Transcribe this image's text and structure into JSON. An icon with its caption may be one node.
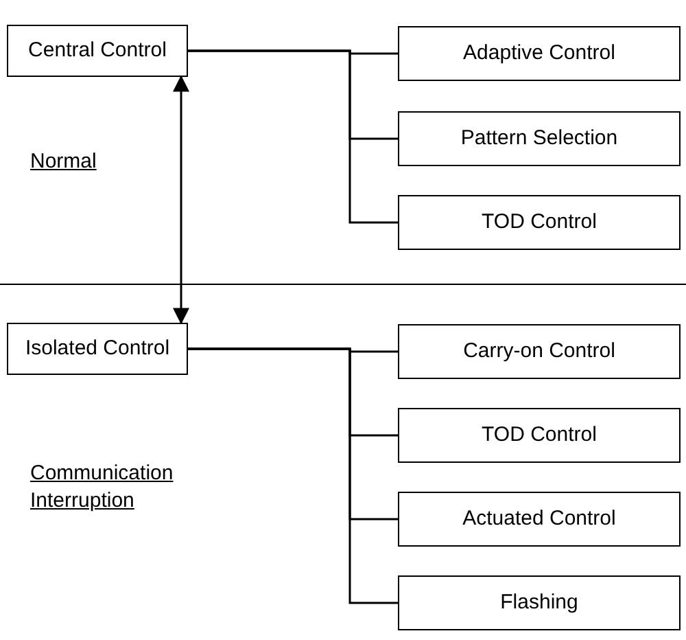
{
  "diagram": {
    "nodes": [
      {
        "text": [
          "Central Control"
        ]
      },
      {
        "text": [
          "Adaptive Control"
        ]
      },
      {
        "text": [
          "Pattern Selection"
        ]
      },
      {
        "text": [
          "TOD Control"
        ]
      },
      {
        "text": [
          "Isolated Control"
        ]
      },
      {
        "text": [
          "Carry-on Control"
        ]
      },
      {
        "text": [
          "TOD Control"
        ]
      },
      {
        "text": [
          "Actuated Control"
        ]
      },
      {
        "text": [
          "Flashing"
        ]
      }
    ],
    "edges": [
      {
        "from": 0,
        "to": 1,
        "arrow": "none"
      },
      {
        "from": 0,
        "to": 2,
        "arrow": "none"
      },
      {
        "from": 0,
        "to": 3,
        "arrow": "none"
      },
      {
        "from": 0,
        "to": 4,
        "arrow": "both"
      },
      {
        "from": 4,
        "to": 5,
        "arrow": "none"
      },
      {
        "from": 4,
        "to": 6,
        "arrow": "none"
      },
      {
        "from": 4,
        "to": 7,
        "arrow": "none"
      },
      {
        "from": 4,
        "to": 8,
        "arrow": "none"
      }
    ],
    "labels": [
      "Normal",
      "Communication Interruption"
    ]
  }
}
